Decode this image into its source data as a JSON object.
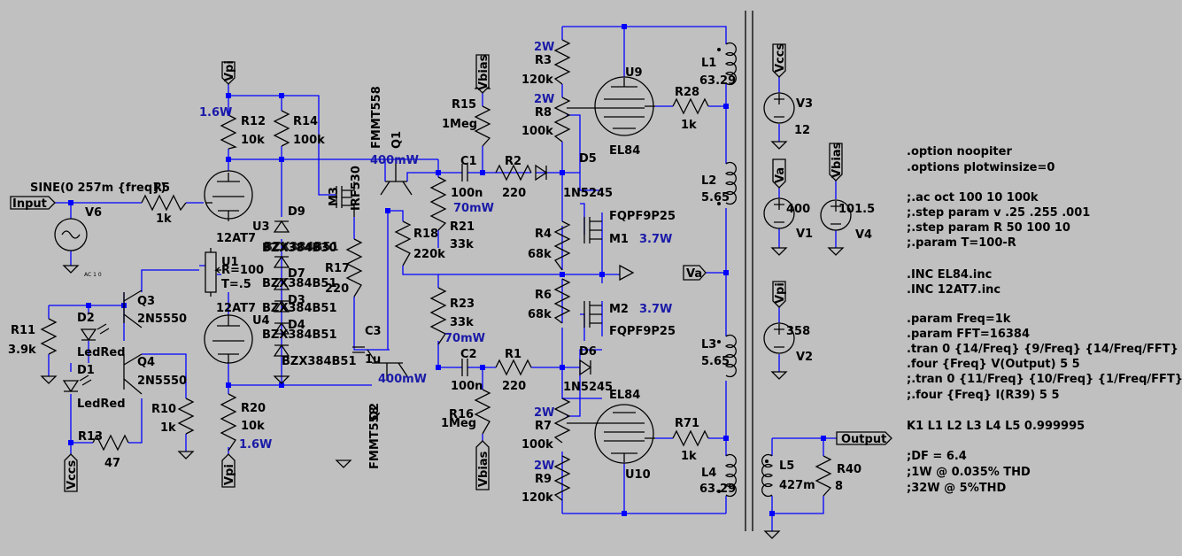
{
  "nets": {
    "input": "Input",
    "vpi": "Vpi",
    "vccs": "Vccs",
    "vbias": "Vbias",
    "va": "Va",
    "output": "Output"
  },
  "components": {
    "R12": "R12",
    "R12_val": "10k",
    "R12_pow": "1.6W",
    "R14": "R14",
    "R14_val": "100k",
    "R5": "R5",
    "R5_val": "1k",
    "V6": "V6",
    "V6_val": "SINE(0 257m {freq})",
    "V6_ac": "AC 1 0",
    "U3": "U3",
    "U3_type": "12AT7",
    "U4": "U4",
    "U4_type": "12AT7",
    "D9": "D9",
    "D9_type": "BZX384B30",
    "D7": "D7",
    "D7_type": "BZX384B51",
    "D3": "D3",
    "D3_type": "BZX384B51",
    "D4": "D4",
    "D4_type": "BZX384B51",
    "D8_type": "BZX384B51",
    "M3": "M3",
    "M3_type": "IRF530",
    "Q1": "Q1",
    "Q1_type": "FMMT558",
    "Q1_pow": "400mW",
    "Q2": "Q2",
    "Q2_type": "FMMT558",
    "Q2_pow": "400mW",
    "U1": "U1",
    "U1_r": "R=100",
    "U1_t": "T=.5",
    "R17": "R17",
    "R17_val": "220",
    "C3": "C3",
    "C3_val": "1u",
    "Q3": "Q3",
    "Q3_type": "2N5550",
    "Q4": "Q4",
    "Q4_type": "2N5550",
    "D2": "D2",
    "D2_type": "LedRed",
    "D1": "D1",
    "D1_type": "LedRed",
    "R11": "R11",
    "R11_val": "3.9k",
    "R13": "R13",
    "R13_val": "47",
    "R10": "R10",
    "R10_val": "1k",
    "R20": "R20",
    "R20_val": "10k",
    "R20_pow": "1.6W",
    "R15": "R15",
    "R15_val": "1Meg",
    "C1": "C1",
    "C1_val": "100n",
    "R2": "R2",
    "R2_val": "220",
    "R21": "R21",
    "R21_val": "33k",
    "R21_pow": "70mW",
    "R18": "R18",
    "R18_val": "220k",
    "R23": "R23",
    "R23_val": "33k",
    "R23_pow": "70mW",
    "C2": "C2",
    "C2_val": "100n",
    "R1": "R1",
    "R1_val": "220",
    "R16": "R16",
    "R16_val": "1Meg",
    "R3": "R3",
    "R3_val": "120k",
    "R3_pow": "2W",
    "R8": "R8",
    "R8_val": "100k",
    "R8_pow": "2W",
    "R4": "R4",
    "R4_val": "68k",
    "R6": "R6",
    "R6_val": "68k",
    "R7": "R7",
    "R7_val": "100k",
    "R7_pow": "2W",
    "R9": "R9",
    "R9_val": "120k",
    "R9_pow": "2W",
    "D5": "D5",
    "D5_type": "1N5245",
    "D6": "D6",
    "D6_type": "1N5245",
    "M1": "M1",
    "M1_type": "FQPF9P25",
    "M1_pow": "3.7W",
    "M2": "M2",
    "M2_type": "FQPF9P25",
    "M2_pow": "3.7W",
    "U9": "U9",
    "U9_type": "EL84",
    "U10": "U10",
    "U10_type": "EL84",
    "R28": "R28",
    "R28_val": "1k",
    "R71": "R71",
    "R71_val": "1k",
    "L1": "L1",
    "L1_val": "63.29",
    "L2": "L2",
    "L2_val": "5.65",
    "L3": "L3",
    "L3_val": "5.65",
    "L4": "L4",
    "L4_val": "63.29",
    "L5": "L5",
    "L5_val": "427m",
    "R40": "R40",
    "R40_val": "8",
    "V3": "V3",
    "V3_val": "12",
    "V1": "V1",
    "V1_val": "400",
    "V4": "V4",
    "V4_val": "101.5",
    "V2": "V2",
    "V2_val": "358"
  },
  "directives": [
    ".option noopiter",
    ".options plotwinsize=0",
    "",
    ";.ac oct 100 10 100k",
    ";.step param v .25 .255 .001",
    ";.step param R 50 100 10",
    ";.param T=100-R",
    "",
    ".INC EL84.inc",
    ".INC 12AT7.inc",
    "",
    ".param Freq=1k",
    ".param FFT=16384",
    ".tran 0 {14/Freq} {9/Freq} {14/Freq/FFT}",
    ".four {Freq} V(Output) 5 5",
    ";.tran 0 {11/Freq} {10/Freq} {1/Freq/FFT}",
    ";.four {Freq} I(R39) 5 5",
    "",
    "K1 L1 L2 L3 L4 L5 0.999995",
    "",
    ";DF = 6.4",
    ";1W @ 0.035% THD",
    ";32W @ 5%THD"
  ]
}
